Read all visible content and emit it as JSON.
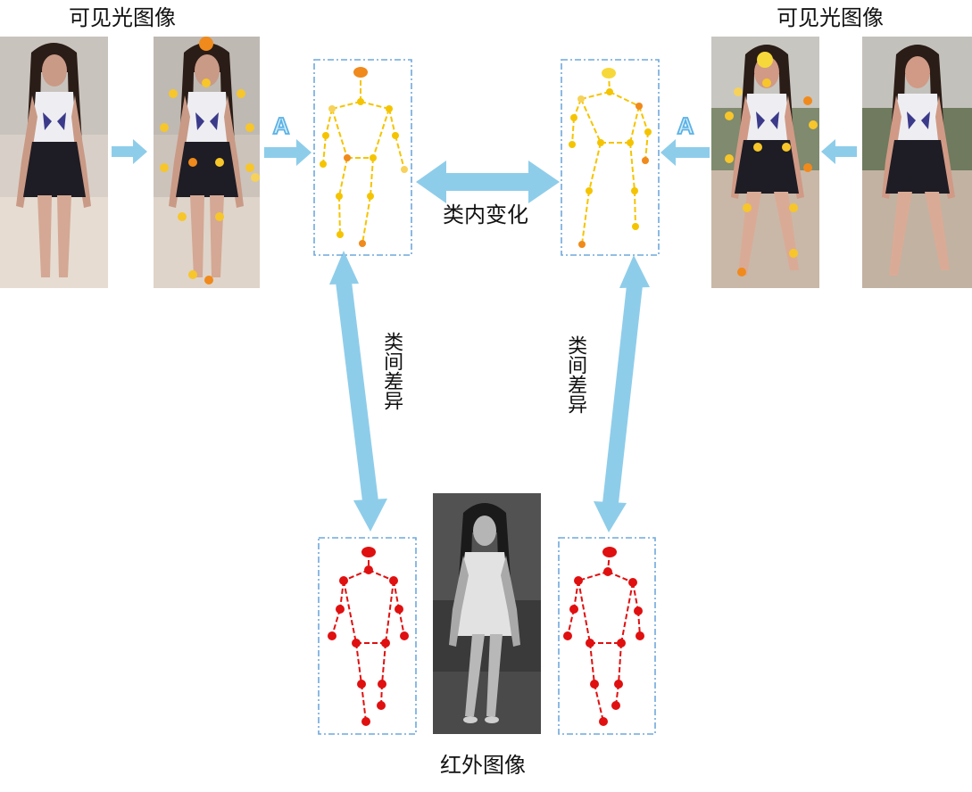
{
  "labels": {
    "visible_left": "可见光图像",
    "visible_right": "可见光图像",
    "intra_class": "类内变化",
    "inter_class_left": "类间差异",
    "inter_class_right": "类间差异",
    "infrared": "红外图像",
    "aug_left": "A",
    "aug_right": "A"
  },
  "colors": {
    "arrow": "#8ecdea",
    "box_border": "#6fa8dc",
    "skeleton_visible": "#f5c400",
    "skeleton_visible_accent": "#f08a1c",
    "skeleton_infrared": "#e01010",
    "aug_letter": "#5ab2e6"
  }
}
